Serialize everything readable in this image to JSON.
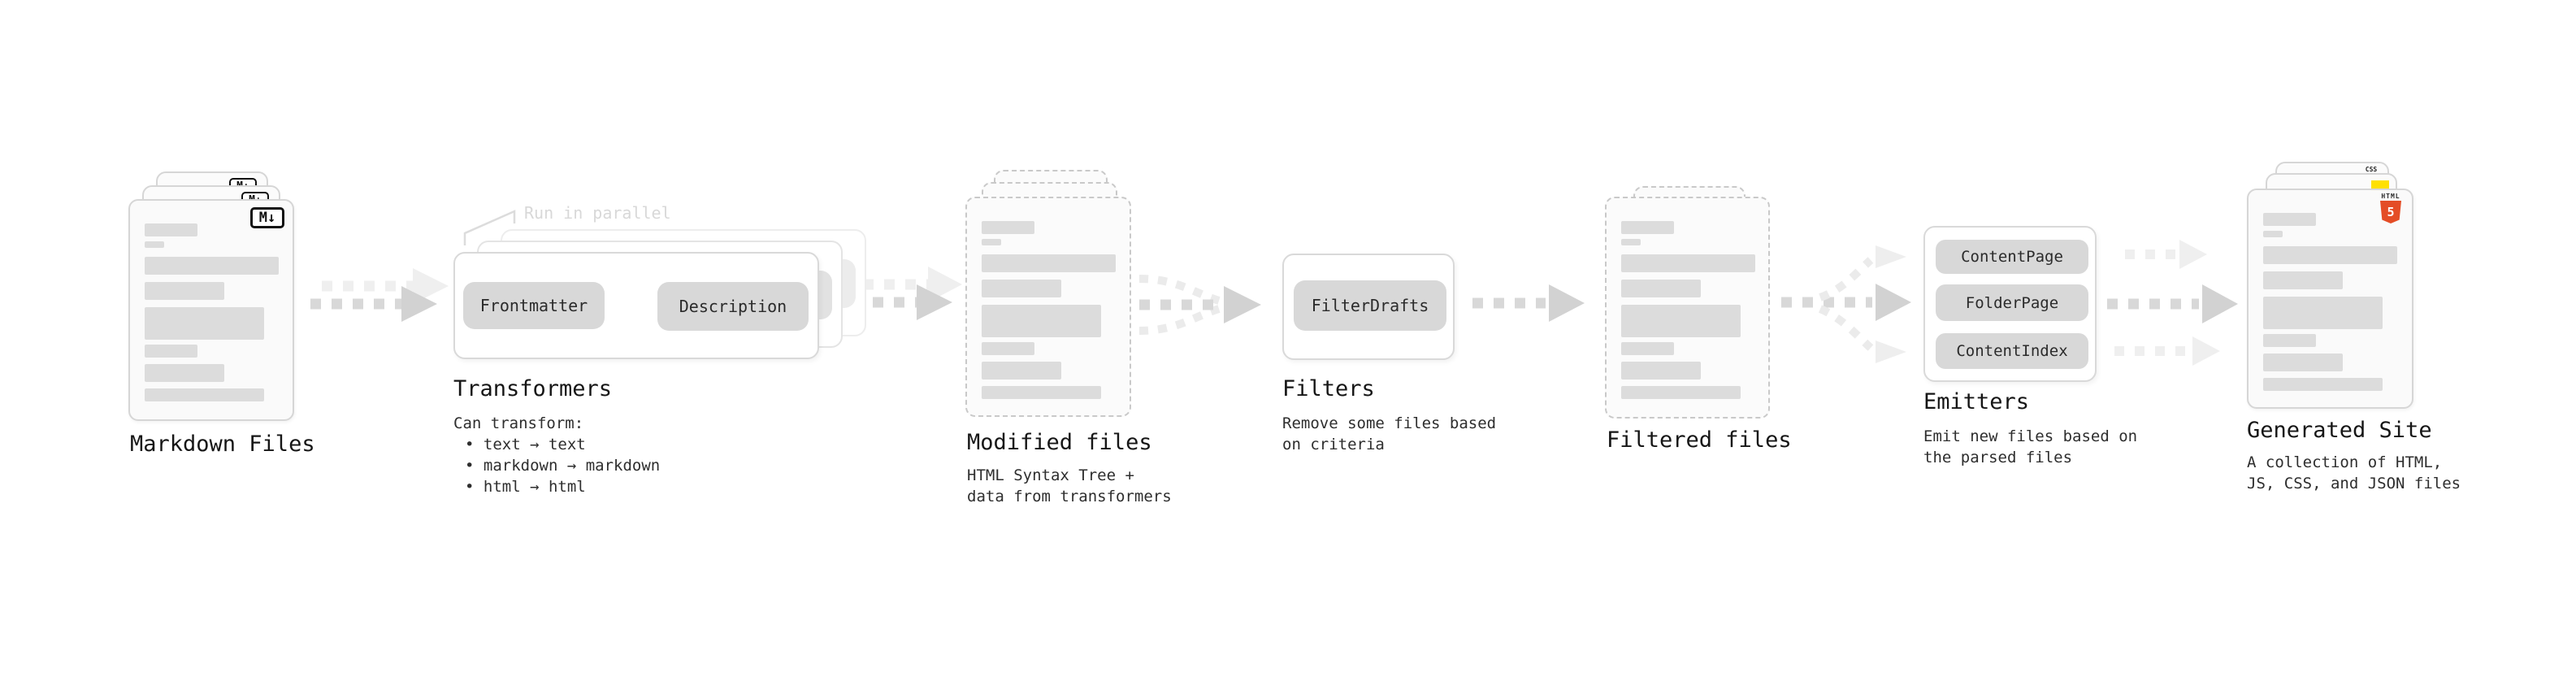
{
  "stages": {
    "markdown": {
      "title": "Markdown Files",
      "badge": "M↓"
    },
    "transformers": {
      "title": "Transformers",
      "annotation": "Run in parallel",
      "pill_left": "Frontmatter",
      "pill_right": "Description",
      "desc_heading": "Can transform:",
      "bullets": [
        "• text → text",
        "• markdown → markdown",
        "• html → html"
      ]
    },
    "modified": {
      "title": "Modified files",
      "desc_line1": "HTML Syntax Tree +",
      "desc_line2": "data from transformers"
    },
    "filters": {
      "title": "Filters",
      "pill": "FilterDrafts",
      "desc_line1": "Remove some files based",
      "desc_line2": "on criteria"
    },
    "filtered": {
      "title": "Filtered files"
    },
    "emitters": {
      "title": "Emitters",
      "pills": [
        "ContentPage",
        "FolderPage",
        "ContentIndex"
      ],
      "desc_line1": "Emit new files based on",
      "desc_line2": "the parsed files"
    },
    "generated": {
      "title": "Generated Site",
      "desc_line1": "A collection of HTML,",
      "desc_line2": "JS, CSS, and JSON files",
      "badge_css": "CSS",
      "badge_html_label": "HTML",
      "badge_html_number": "5"
    }
  },
  "colors": {
    "html5_orange": "#e44d26",
    "js_yellow": "#ffe000",
    "css_blue": "#2b6bf3"
  }
}
